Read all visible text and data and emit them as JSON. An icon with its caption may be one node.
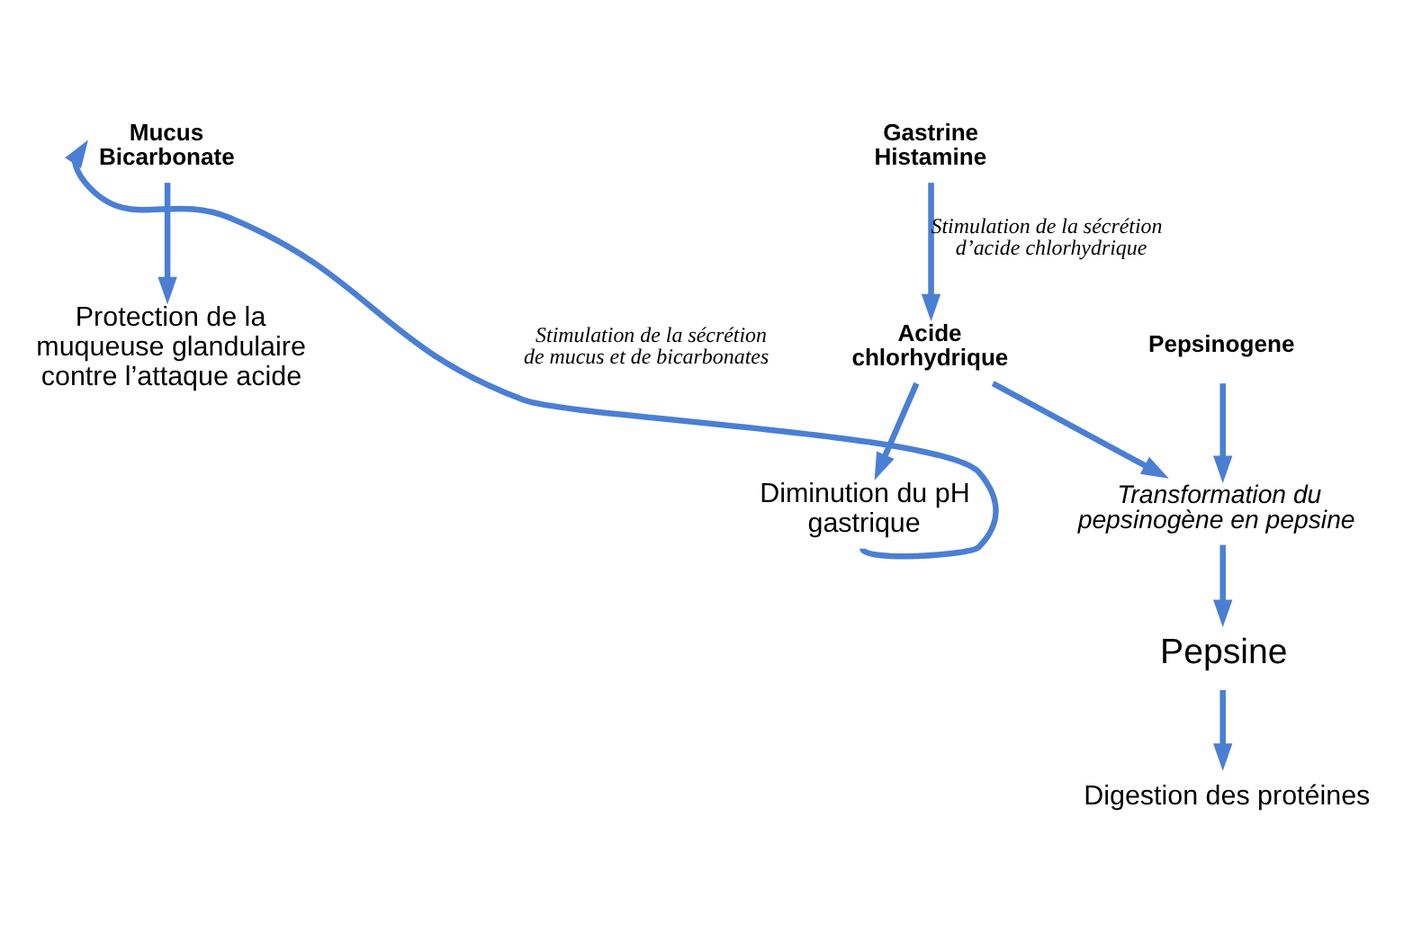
{
  "diagram": {
    "nodes": [
      {
        "text": [
          "Mucus Bicarbonate"
        ]
      },
      {
        "text": [
          "Gastrine Histamine"
        ]
      },
      {
        "text": [
          "Acide chlorhydrique"
        ]
      },
      {
        "text": [
          "Pepsinogene"
        ]
      },
      {
        "text": [
          "Protection de la muqueuse glandulaire contre l’attaque acide"
        ]
      },
      {
        "text": [
          "Diminution du pH gastrique"
        ]
      },
      {
        "text": [
          "Transformation du pepsinogène en pepsine"
        ]
      },
      {
        "text": [
          "Pepsine"
        ]
      },
      {
        "text": [
          "Digestion des protéines"
        ]
      }
    ],
    "edges": [
      {
        "from": 0,
        "to": 4,
        "arrow": "to"
      },
      {
        "from": 1,
        "to": 2,
        "arrow": "to",
        "label": "Stimulation de la sécrétion d’acide chlorhydrique"
      },
      {
        "from": 2,
        "to": 5,
        "arrow": "to"
      },
      {
        "from": 2,
        "to": 6,
        "arrow": "to"
      },
      {
        "from": 3,
        "to": 6,
        "arrow": "to"
      },
      {
        "from": 6,
        "to": 7,
        "arrow": "to"
      },
      {
        "from": 7,
        "to": 8,
        "arrow": "to"
      },
      {
        "from": 5,
        "to": 0,
        "arrow": "to",
        "label": "Stimulation de la sécrétion de mucus et de bicarbonates"
      }
    ]
  }
}
